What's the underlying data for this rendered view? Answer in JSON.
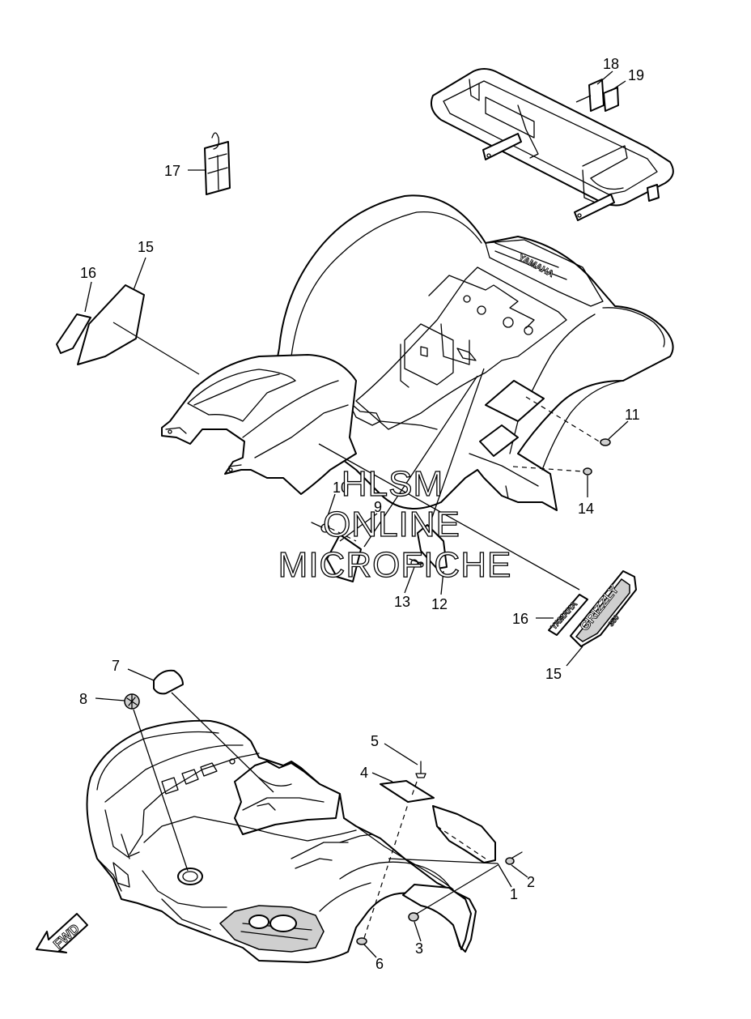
{
  "watermark": {
    "line1": "HLSM",
    "line2": "ONLINE",
    "line3": "MICROFICHE"
  },
  "direction_arrow": {
    "label": "FWD",
    "icon": "fwd-arrow-icon"
  },
  "decals": {
    "brand_lettering": "YAMAHA",
    "model_lettering": "GRIZZLY",
    "model_sub_lettering": "350"
  },
  "callouts": [
    {
      "id": "1",
      "label": "1"
    },
    {
      "id": "2",
      "label": "2"
    },
    {
      "id": "3",
      "label": "3"
    },
    {
      "id": "4",
      "label": "4"
    },
    {
      "id": "5",
      "label": "5"
    },
    {
      "id": "6",
      "label": "6"
    },
    {
      "id": "7",
      "label": "7"
    },
    {
      "id": "8",
      "label": "8"
    },
    {
      "id": "9",
      "label": "9"
    },
    {
      "id": "10",
      "label": "10"
    },
    {
      "id": "11",
      "label": "11"
    },
    {
      "id": "12",
      "label": "12"
    },
    {
      "id": "13",
      "label": "13"
    },
    {
      "id": "14",
      "label": "14"
    },
    {
      "id": "15a",
      "label": "15"
    },
    {
      "id": "15b",
      "label": "15"
    },
    {
      "id": "16a",
      "label": "16"
    },
    {
      "id": "16b",
      "label": "16"
    },
    {
      "id": "17",
      "label": "17"
    },
    {
      "id": "18",
      "label": "18"
    },
    {
      "id": "19",
      "label": "19"
    }
  ]
}
